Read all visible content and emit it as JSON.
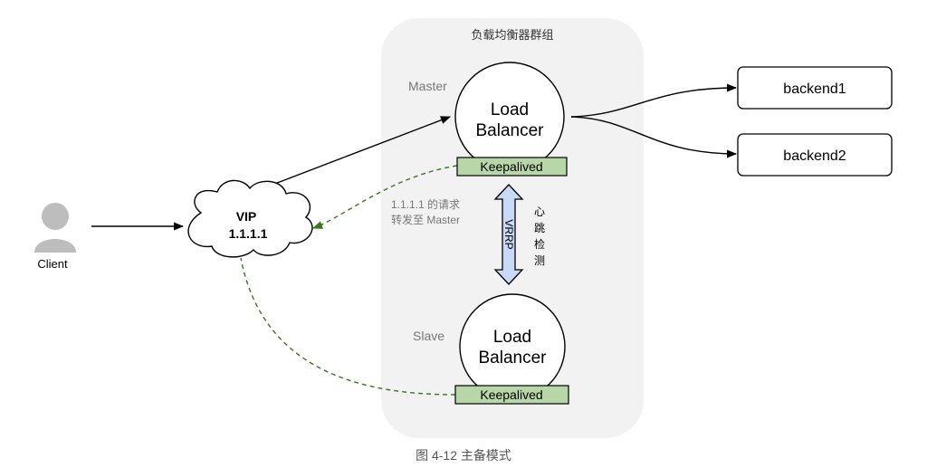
{
  "group": {
    "title": "负载均衡器群组"
  },
  "master": {
    "role": "Master",
    "lb_line1": "Load",
    "lb_line2": "Balancer",
    "keepalived": "Keepalived"
  },
  "slave": {
    "role": "Slave",
    "lb_line1": "Load",
    "lb_line2": "Balancer",
    "keepalived": "Keepalived"
  },
  "backends": [
    "backend1",
    "backend2"
  ],
  "client": {
    "label": "Client"
  },
  "vip": {
    "line1": "VIP",
    "line2": "1.1.1.1"
  },
  "forward_note": {
    "line1": "1.1.1.1 的请求",
    "line2": "转发至 Master"
  },
  "vrrp": {
    "label": "VRRP",
    "heartbeat": [
      "心",
      "跳",
      "检",
      "测"
    ]
  },
  "caption": "图 4-12 主备模式",
  "colors": {
    "group_bg": "#f2f2f2",
    "keepalived_fill": "#b7d7a8",
    "vrrp_fill": "#c9daf8",
    "dashed_green": "#38761d",
    "stroke": "#000000",
    "muted_text": "#777777"
  }
}
